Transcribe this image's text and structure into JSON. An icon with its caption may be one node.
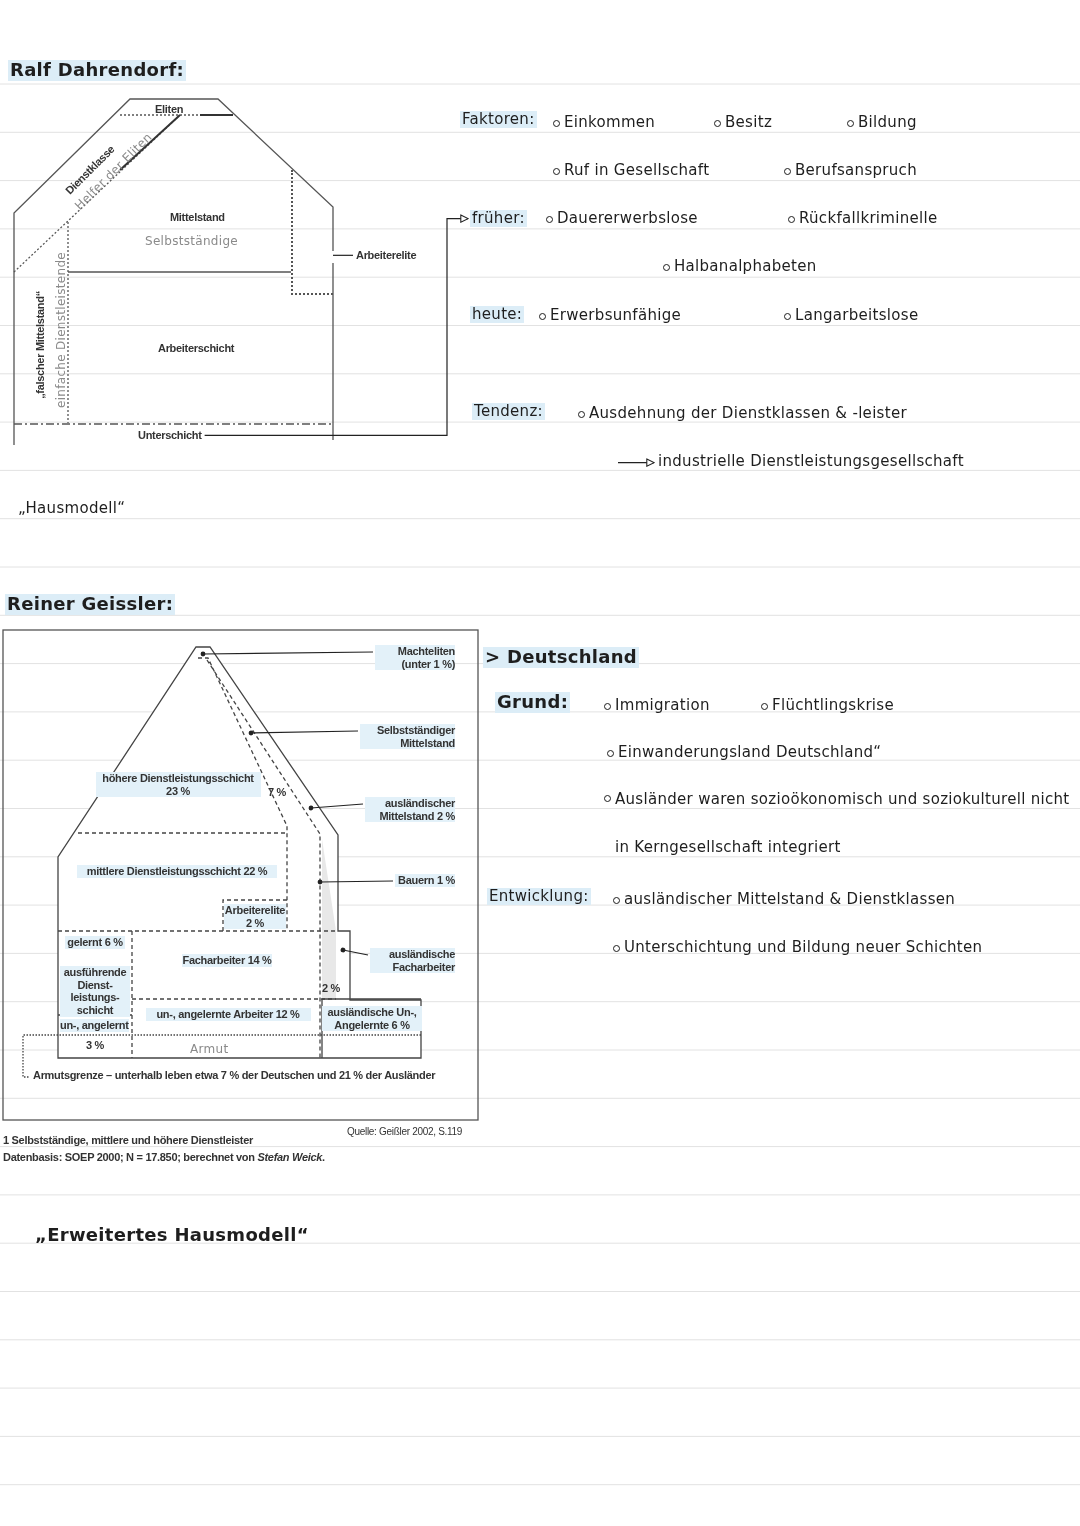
{
  "diagram": {
    "nodes": [
      {
        "text": [],
        "shape": "box"
      },
      {
        "text": [
          "Arbeiterelite"
        ]
      },
      {
        "text": [
          "Unterschicht"
        ]
      },
      {
        "text": [
          "Faktoren:"
        ]
      },
      {
        "text": [
          "früher:"
        ]
      },
      {
        "text": [
          "heute:"
        ]
      },
      {
        "text": [
          "Tendenz:"
        ]
      },
      {
        "text": [
          "industrielle Dienstleistungsgesellschaft"
        ]
      },
      {
        "text": [
          "Machteliten (unter 1 %)"
        ]
      },
      {
        "text": [
          "Selbstständiger Mittelstand"
        ]
      },
      {
        "text": [
          "ausländischer Mittelstand 2 %"
        ]
      },
      {
        "text": [
          "Bauern 1 %"
        ]
      },
      {
        "text": [
          "ausländische Facharbeiter"
        ]
      },
      {
        "text": [
          "ausländische Un-, Angelernte 6 %"
        ]
      }
    ],
    "edges": [
      {
        "from": 1,
        "to": 0,
        "arrow": "none"
      },
      {
        "from": 2,
        "to": 4,
        "arrow": "to"
      },
      {
        "from": null,
        "to": 7,
        "arrow": "to"
      },
      {
        "from": 8,
        "to": null,
        "arrow": "other"
      },
      {
        "from": 9,
        "to": null,
        "arrow": "other"
      },
      {
        "from": 10,
        "to": null,
        "arrow": "other"
      },
      {
        "from": 11,
        "to": null,
        "arrow": "other"
      },
      {
        "from": 12,
        "to": null,
        "arrow": "other"
      }
    ],
    "labels": [
      "Ralf Dahrendorf:",
      "Eliten",
      "Dienstklasse",
      "Helfer der Eliten",
      "Mittelstand",
      "Selbstständige",
      "„falscher Mittelstand“",
      "einfache Dienstleistende",
      "Arbeiterschicht",
      "Einkommen",
      "Besitz",
      "Bildung",
      "Ruf in Gesellschaft",
      "Berufsanspruch",
      "Dauererwerbslose",
      "Rückfallkriminelle",
      "Halbanalphabeten",
      "Erwerbsunfähige",
      "Langarbeitslose",
      "Ausdehnung der Dienstklassen & -leister",
      "„Hausmodell“",
      "Reiner Geissler:",
      "höhere Dienstleistungsschicht 23 %",
      "7 %",
      "mittlere Dienstleistungsschicht 22 %",
      "Arbeiterelite 2 %",
      "gelernt 6 %",
      "ausführende Dienst- leistungs- schicht",
      "un-, angelernt",
      "3 %",
      "Facharbeiter 14 %",
      "2 %",
      "un-, angelernte Arbeiter 12 %",
      "Armut",
      "Armutsgrenze – unterhalb leben etwa 7 % der Deutschen und 21 % der Ausländer",
      "Quelle: Geißler 2002, S.119",
      "1 Selbstständige, mittlere und höhere Dienstleister",
      "Datenbasis: SOEP 2000; N = 17.850; berechnet von *Stefan Weick*.",
      "> Deutschland",
      "Grund:",
      "Immigration",
      "Flüchtlingskrise",
      "Einwanderungsland Deutschland“",
      "Ausländer waren sozioökonomisch und soziokulturell nicht in Kerngesellschaft integriert",
      "Entwicklung:",
      "ausländischer Mittelstand & Dienstklassen",
      "Unterschichtung und Bildung neuer Schichten",
      "„Erweitertes Hausmodell“"
    ]
  }
}
